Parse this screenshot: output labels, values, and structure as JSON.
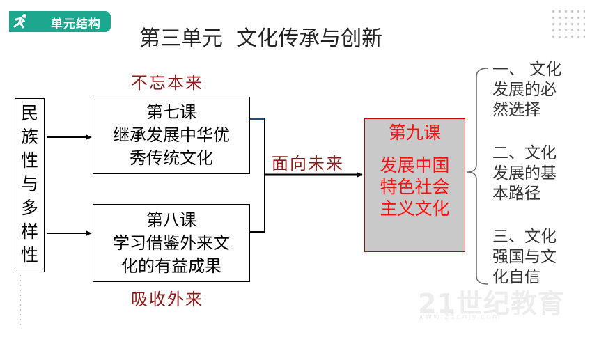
{
  "badge": {
    "label": "单元结构",
    "icon": "runner-icon"
  },
  "title": "第三单元  文化传承与创新",
  "labels": {
    "top": "不忘本来",
    "bottom": "吸收外来",
    "middle": "面向未来"
  },
  "left_column": [
    "民",
    "族",
    "性",
    "与",
    "多",
    "样",
    "性"
  ],
  "lesson7": {
    "line1": "第七课",
    "line2": "继承发展中华优",
    "line3": "秀传统文化"
  },
  "lesson8": {
    "line1": "第八课",
    "line2": "学习借鉴外来文",
    "line3": "化的有益成果"
  },
  "lesson9": {
    "line1": "第九课",
    "line2": "发展中国",
    "line3": "特色社会",
    "line4": "主义文化"
  },
  "right_list": [
    {
      "line1": "一、 文化",
      "line2": "发展的必",
      "line3": "然选择"
    },
    {
      "line1": "二、文化",
      "line2": "发展的基",
      "line3": "本路径"
    },
    {
      "line1": "三、文化",
      "line2": "强国与文",
      "line3": "化自信"
    }
  ],
  "watermark": {
    "brand": "21世纪教育",
    "url": "www.21cnjy.com"
  },
  "colors": {
    "badge": "#1ba88e",
    "accent_red": "#8b1a1a",
    "lesson9_text": "#ff1010",
    "lesson9_bg": "#c9c9c9"
  }
}
